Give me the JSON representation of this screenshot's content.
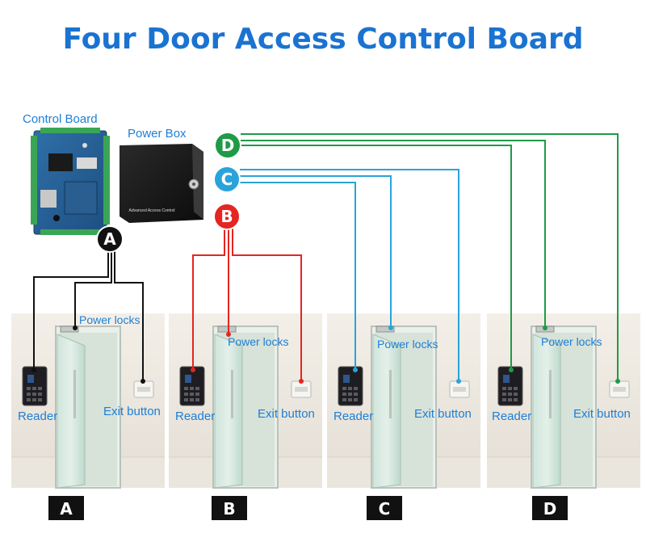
{
  "title": "Four Door Access Control Board",
  "control_board_label": "Control Board",
  "power_box_label": "Power Box",
  "power_box_text": "Advanced Access Control",
  "colors": {
    "A": "#111111",
    "B": "#e52521",
    "C": "#2aa3db",
    "D": "#1f9a47",
    "title": "#1a73d1",
    "label": "#1c7fd6"
  },
  "doors": [
    {
      "id": "A",
      "power_locks": "Power locks",
      "reader": "Reader",
      "exit_button": "Exit button",
      "tag": "A"
    },
    {
      "id": "B",
      "power_locks": "Power locks",
      "reader": "Reader",
      "exit_button": "Exit button",
      "tag": "B"
    },
    {
      "id": "C",
      "power_locks": "Power locks",
      "reader": "Reader",
      "exit_button": "Exit button",
      "tag": "C"
    },
    {
      "id": "D",
      "power_locks": "Power locks",
      "reader": "Reader",
      "exit_button": "Exit button",
      "tag": "D"
    }
  ],
  "badges": [
    {
      "id": "A",
      "letter": "A"
    },
    {
      "id": "B",
      "letter": "B"
    },
    {
      "id": "C",
      "letter": "C"
    },
    {
      "id": "D",
      "letter": "D"
    }
  ]
}
